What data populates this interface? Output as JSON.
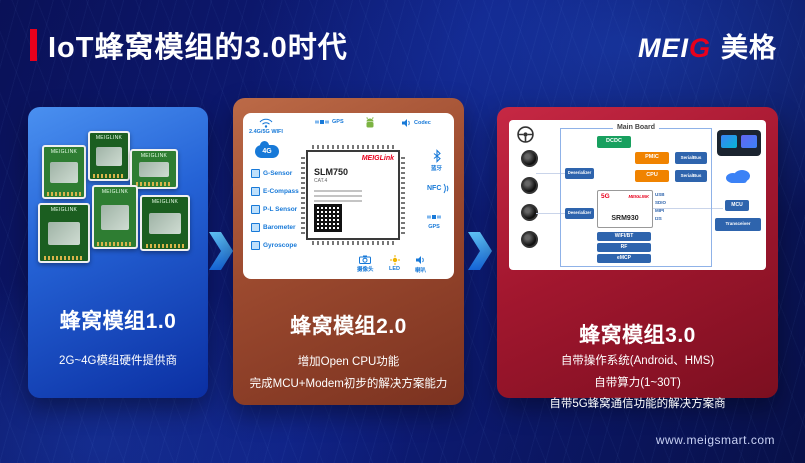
{
  "header": {
    "title": "IoT蜂窝模组的3.0时代"
  },
  "logo": {
    "mei": "MEI",
    "g": "G",
    "cn": "美格"
  },
  "footer": {
    "url": "www.meigsmart.com"
  },
  "colors": {
    "accent_red": "#e8001c",
    "bg_blue": "#0e1d7d",
    "card1": "#2563d6",
    "card2": "#9c4a2f",
    "card3": "#a3172f"
  },
  "cards": [
    {
      "title": "蜂窝模组1.0",
      "desc_lines": [
        "2G~4G模组硬件提供商"
      ],
      "brand": "MEIGLINK"
    },
    {
      "title": "蜂窝模组2.0",
      "desc_lines": [
        "增加Open CPU功能",
        "完成MCU+Modem初步的解决方案能力"
      ],
      "diagram": {
        "brand": "MEIGLink",
        "model": "SLM750",
        "model_sub": "CAT.4",
        "sensors": [
          "G-Sensor",
          "E-Compass",
          "P-L Sensor",
          "Barometer",
          "Gyroscope"
        ],
        "wifi_label": "2.4G/5G WIFI",
        "badge_4g": "4G",
        "gps": "GPS",
        "codec": "Codec",
        "bt": "蓝牙",
        "nfc": "NFC",
        "camera": "摄像头",
        "led": "LED",
        "speaker": "喇叭"
      }
    },
    {
      "title": "蜂窝模组3.0",
      "desc_lines": [
        "自带操作系统(Android、HMS)",
        "自带算力(1~30T)",
        "自带5G蜂窝通信功能的解决方案商"
      ],
      "diagram": {
        "board_title": "Main Board",
        "dcdc": "DCDC",
        "pmic": "PMIC",
        "cpu": "CPU",
        "serialbus": "SerialBus",
        "deserializer": "Deserializer",
        "module_5g": "5G",
        "module_brand": "MEIGLINK",
        "module_model": "SRM930",
        "bus": [
          "USB",
          "SDIO",
          "MIPI",
          "I2S"
        ],
        "wifibt": "WIFI/BT",
        "rf": "RF",
        "emcp": "eMCP",
        "mcu": "MCU",
        "transceiver": "Transceiver"
      }
    }
  ]
}
